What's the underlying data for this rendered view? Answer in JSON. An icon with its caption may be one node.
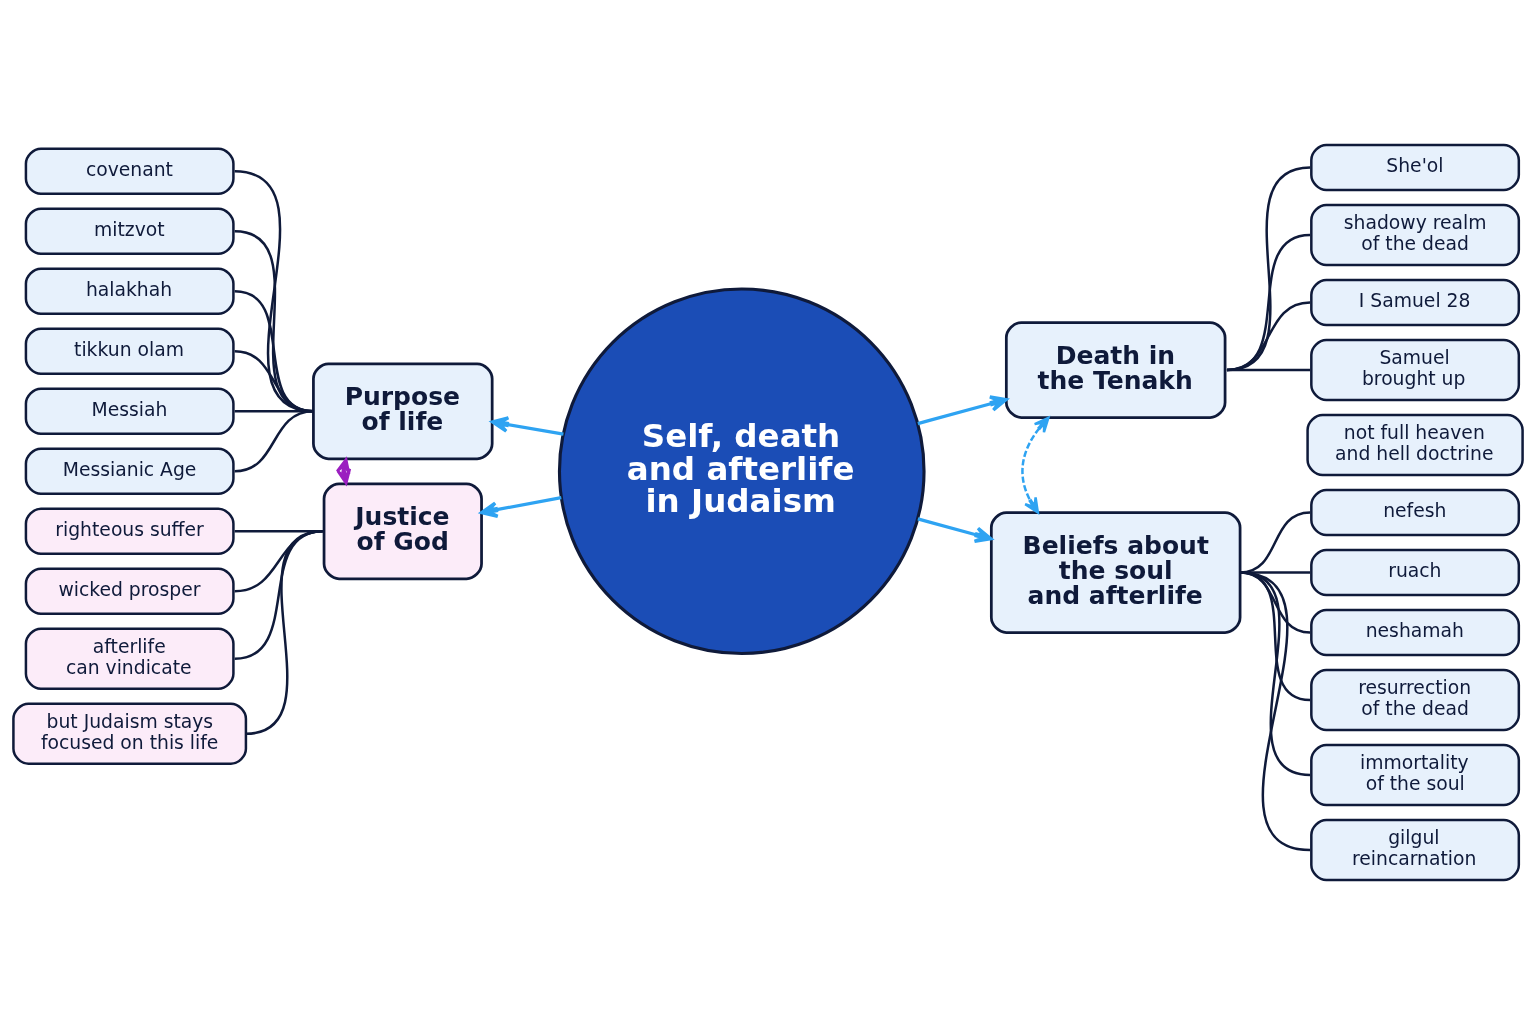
{
  "diagram": {
    "nodes": [
      {
        "text": [
          "Self, death and afterlife in Judaism"
        ]
      },
      {
        "text": [
          "Purpose of life"
        ]
      },
      {
        "text": [
          "Death in the Tenakh"
        ]
      },
      {
        "text": [
          "Justice of God"
        ]
      },
      {
        "text": [
          "Beliefs about the soul and afterlife"
        ]
      },
      {
        "text": [
          "covenant"
        ]
      },
      {
        "text": [
          "mitzvot"
        ]
      },
      {
        "text": [
          "halakhah"
        ]
      },
      {
        "text": [
          "tikkun olam"
        ]
      },
      {
        "text": [
          "Messiah"
        ]
      },
      {
        "text": [
          "Messianic Age"
        ]
      },
      {
        "text": [
          "She'ol"
        ]
      },
      {
        "text": [
          "shadowy realm of the dead"
        ]
      },
      {
        "text": [
          "I Samuel 28"
        ]
      },
      {
        "text": [
          "Samuel brought up"
        ]
      },
      {
        "text": [
          "not full heaven and hell doctrine"
        ]
      },
      {
        "text": [
          "righteous suffer"
        ]
      },
      {
        "text": [
          "wicked prosper"
        ]
      },
      {
        "text": [
          "afterlife can vindicate"
        ]
      },
      {
        "text": [
          "but Judaism stays focused on this life"
        ]
      },
      {
        "text": [
          "nefesh"
        ]
      },
      {
        "text": [
          "ruach"
        ]
      },
      {
        "text": [
          "neshamah"
        ]
      },
      {
        "text": [
          "resurrection of the dead"
        ]
      },
      {
        "text": [
          "immortality of the soul"
        ]
      },
      {
        "text": [
          "gilgul reincarnation"
        ]
      }
    ],
    "edges": [
      {
        "from": 0,
        "to": 1,
        "arrow": "to",
        "color": "#2ea3f2"
      },
      {
        "from": 0,
        "to": 2,
        "arrow": "to",
        "color": "#2ea3f2"
      },
      {
        "from": 0,
        "to": 3,
        "arrow": "to",
        "color": "#2ea3f2"
      },
      {
        "from": 0,
        "to": 4,
        "arrow": "to",
        "color": "#2ea3f2"
      },
      {
        "from": 1,
        "to": 3,
        "arrow": "both",
        "style": "dashed",
        "color": "#9b1fc0"
      },
      {
        "from": 2,
        "to": 4,
        "arrow": "both",
        "style": "dashed",
        "color": "#2ea3f2"
      },
      {
        "from": 1,
        "to": 5,
        "arrow": "none"
      },
      {
        "from": 1,
        "to": 6,
        "arrow": "none"
      },
      {
        "from": 1,
        "to": 7,
        "arrow": "none"
      },
      {
        "from": 1,
        "to": 8,
        "arrow": "none"
      },
      {
        "from": 1,
        "to": 9,
        "arrow": "none"
      },
      {
        "from": 1,
        "to": 10,
        "arrow": "none"
      },
      {
        "from": 2,
        "to": 11,
        "arrow": "none"
      },
      {
        "from": 2,
        "to": 12,
        "arrow": "none"
      },
      {
        "from": 2,
        "to": 13,
        "arrow": "none"
      },
      {
        "from": 2,
        "to": 14,
        "arrow": "none"
      },
      {
        "from": 3,
        "to": 16,
        "arrow": "none"
      },
      {
        "from": 3,
        "to": 17,
        "arrow": "none"
      },
      {
        "from": 3,
        "to": 18,
        "arrow": "none"
      },
      {
        "from": 3,
        "to": 19,
        "arrow": "none"
      },
      {
        "from": 4,
        "to": 20,
        "arrow": "none"
      },
      {
        "from": 4,
        "to": 21,
        "arrow": "none"
      },
      {
        "from": 4,
        "to": 22,
        "arrow": "none"
      },
      {
        "from": 4,
        "to": 23,
        "arrow": "none"
      },
      {
        "from": 4,
        "to": 24,
        "arrow": "none"
      },
      {
        "from": 4,
        "to": 25,
        "arrow": "none"
      }
    ]
  }
}
